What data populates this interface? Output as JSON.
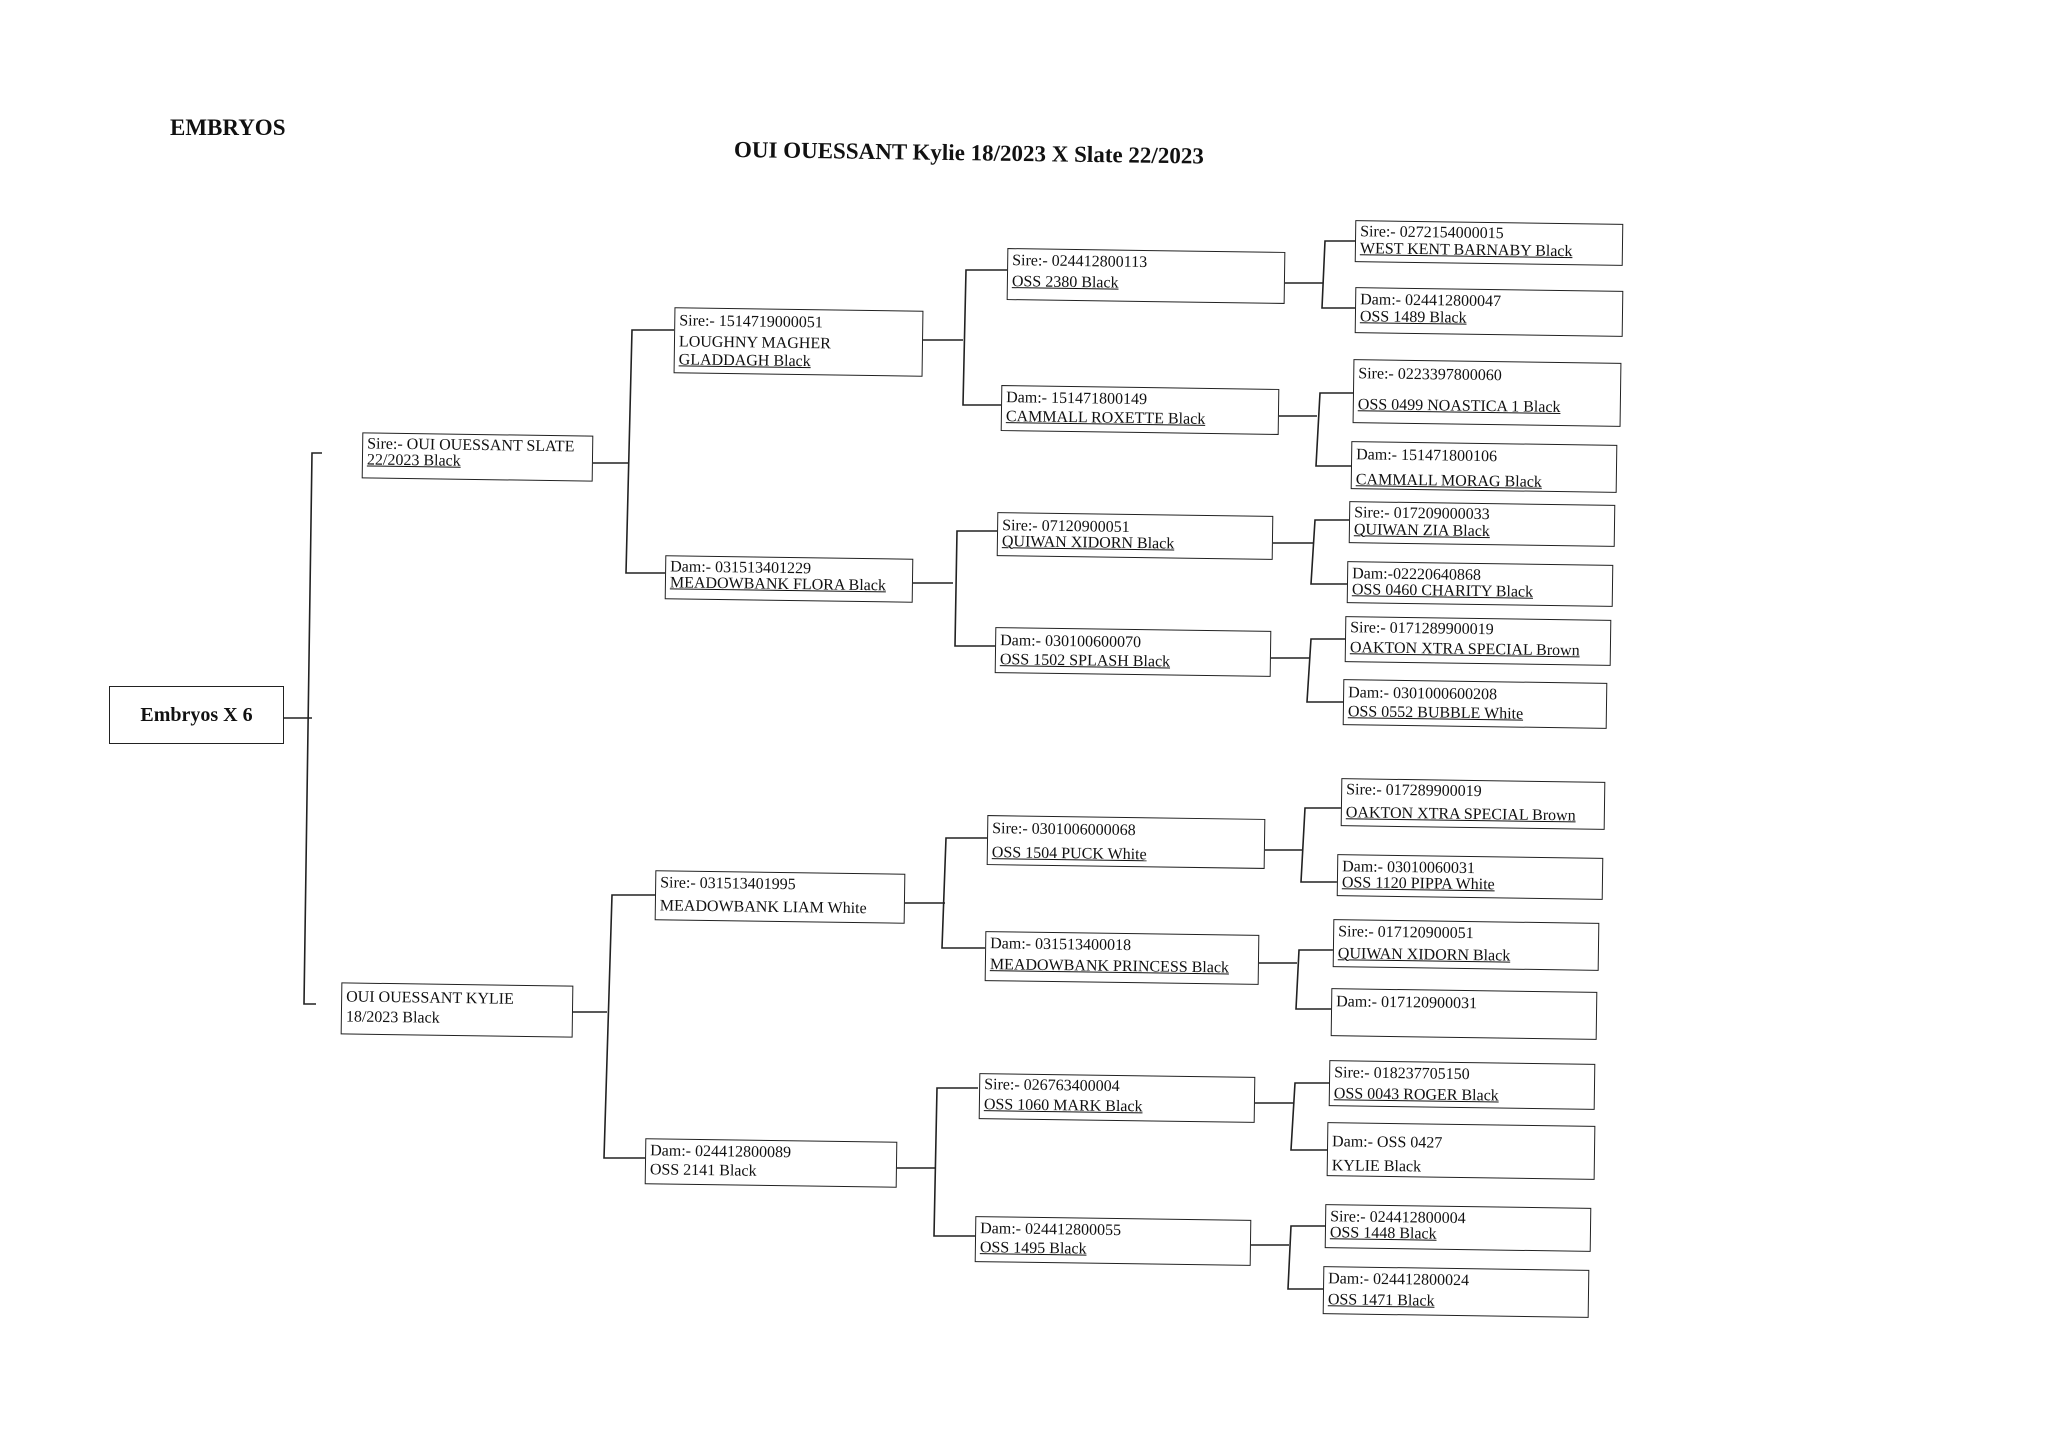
{
  "header": {
    "label": "EMBRYOS",
    "title": "OUI OUESSANT  Kylie 18/2023 X Slate 22/2023"
  },
  "pedigree": {
    "root": "Embryos X 6",
    "gen1": {
      "sire": {
        "line1": "Sire:- OUI OUESSANT SLATE",
        "line2": "22/2023  Black"
      },
      "dam": {
        "line1": "OUI OUESSANT KYLIE",
        "line2": "18/2023  Black"
      }
    },
    "gen2": {
      "sire_sire": {
        "line1": "Sire:- 1514719000051",
        "line2": "LOUGHNY MAGHER",
        "line3": "GLADDAGH  Black"
      },
      "sire_dam": {
        "line1": "Dam:- 031513401229",
        "line2": "MEADOWBANK FLORA  Black"
      },
      "dam_sire": {
        "line1": "Sire:- 031513401995",
        "line2": "MEADOWBANK LIAM  White"
      },
      "dam_dam": {
        "line1": "Dam:- 024412800089",
        "line2": "OSS 2141  Black"
      }
    },
    "gen3": [
      {
        "line1": "Sire:- 024412800113",
        "line2": "OSS 2380  Black"
      },
      {
        "line1": "Dam:- 151471800149",
        "line2": "CAMMALL ROXETTE Black"
      },
      {
        "line1": "Sire:- 07120900051",
        "line2": "QUIWAN XIDORN  Black"
      },
      {
        "line1": "Dam:- 030100600070",
        "line2": "OSS 1502 SPLASH  Black"
      },
      {
        "line1": "Sire:- 0301006000068",
        "line2": "OSS 1504 PUCK White"
      },
      {
        "line1": "Dam:- 031513400018",
        "line2": "MEADOWBANK PRINCESS Black"
      },
      {
        "line1": "Sire:- 026763400004",
        "line2": "OSS 1060  MARK  Black"
      },
      {
        "line1": "Dam:- 024412800055",
        "line2": "OSS 1495  Black"
      }
    ],
    "gen4": [
      {
        "line1": "Sire:- 0272154000015",
        "line2": "WEST KENT BARNABY Black"
      },
      {
        "line1": "Dam:- 024412800047",
        "line2": "OSS 1489 Black"
      },
      {
        "line1": "Sire:- 0223397800060",
        "line2": "OSS 0499 NOASTICA 1 Black"
      },
      {
        "line1": "Dam:- 151471800106",
        "line2": "CAMMALL MORAG  Black"
      },
      {
        "line1": "Sire:- 017209000033",
        "line2": "QUIWAN ZIA  Black"
      },
      {
        "line1": "Dam:-02220640868",
        "line2": "OSS 0460 CHARITY  Black"
      },
      {
        "line1": "Sire:- 0171289900019",
        "line2": "OAKTON XTRA SPECIAL  Brown"
      },
      {
        "line1": "Dam:- 0301000600208",
        "line2": "OSS 0552 BUBBLE  White"
      },
      {
        "line1": "Sire:- 017289900019",
        "line2": "OAKTON XTRA SPECIAL Brown"
      },
      {
        "line1": "Dam:- 03010060031",
        "line2": "OSS 1120 PIPPA White"
      },
      {
        "line1": "Sire:- 017120900051",
        "line2": "QUIWAN XIDORN Black"
      },
      {
        "line1": "Dam:- 017120900031",
        "line2": ""
      },
      {
        "line1": "Sire:- 018237705150",
        "line2": "OSS 0043 ROGER Black"
      },
      {
        "line1": "Dam:- OSS 0427",
        "line2": "KYLIE Black"
      },
      {
        "line1": "Sire:- 024412800004",
        "line2": "OSS 1448  Black"
      },
      {
        "line1": "Dam:- 024412800024",
        "line2": "OSS 1471   Black"
      }
    ]
  }
}
